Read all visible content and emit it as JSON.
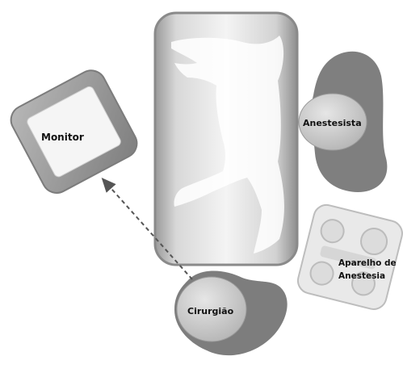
{
  "labels": {
    "monitor": "Monitor",
    "anesthetist": "Anestesista",
    "machine_line1": "Aparelho de",
    "machine_line2": "Anestesia",
    "surgeon": "Cirurgião"
  },
  "icons": {
    "table": "operating-table-with-animal",
    "monitor": "monitor-screen",
    "machine": "anesthesia-machine",
    "arrow": "dashed-arrow-surgeon-to-monitor"
  },
  "colors": {
    "background": "#ffffff",
    "shadow": "#7a7a7a",
    "head": "#c8c8c8",
    "table_edge": "#8c8c8c",
    "table_fill": "#e6e6e6",
    "monitor_frame": "#9a9a9a",
    "monitor_screen": "#f4f4f4",
    "arrow": "#555555"
  }
}
